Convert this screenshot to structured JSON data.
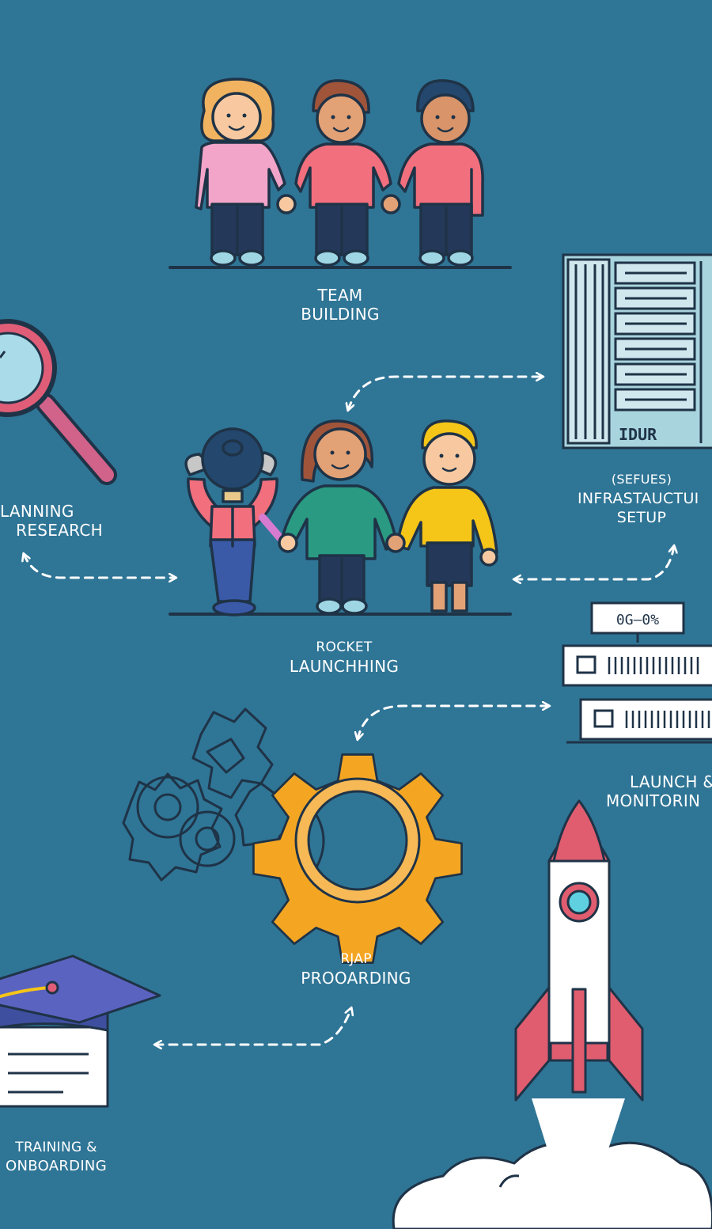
{
  "theme": {
    "background": "#2f7596",
    "ink": "#1f3347",
    "arrow": "#ffffff",
    "gear": "#f4a623",
    "rocket_red": "#e05d6f",
    "cloud": "#ffffff"
  },
  "labels": {
    "team_building": [
      "TEAM",
      "BUILDING"
    ],
    "planning_research": [
      "LANNING",
      "RESEARCH"
    ],
    "infrastructure": [
      "(SEFUES)",
      "INFRASTAUCTUI",
      "SETUP"
    ],
    "rocket_launching": [
      "ROCKET",
      "LAUNCHHING"
    ],
    "launch_monitoring": [
      "LAUNCH &",
      "MONITORIN"
    ],
    "onboarding": [
      "RJAP",
      "PROOARDING"
    ],
    "training": [
      "TRAINING &",
      "ONBOARDING"
    ]
  },
  "monitor_text": {
    "screen": "0G—0%"
  },
  "server_text": "IDUR",
  "icons": [
    "team-icon",
    "magnifier-icon",
    "server-rack-icon",
    "team-hands-icon",
    "monitor-stack-icon",
    "gears-icon",
    "rocket-icon",
    "graduation-cap-icon"
  ]
}
